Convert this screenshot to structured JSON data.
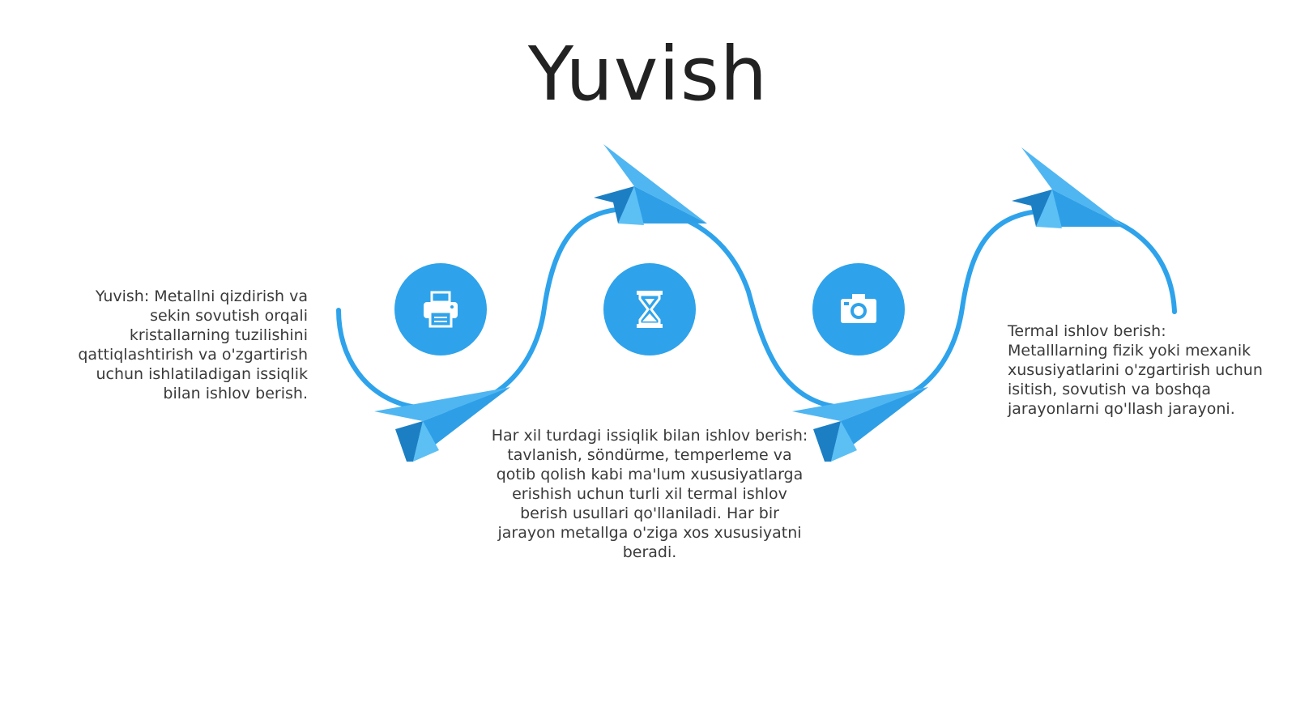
{
  "slide": {
    "title": "Yuvish",
    "accent_color": "#2ea3eb",
    "steps": [
      {
        "icon": "printer-icon",
        "text": "Yuvish: Metallni qizdirish va sekin sovutish orqali kristallarning tuzilishini qattiqlashtirish va o'zgartirish uchun ishlatiladigan issiqlik bilan ishlov berish."
      },
      {
        "icon": "hourglass-icon",
        "text": "Har xil turdagi issiqlik bilan ishlov berish: tavlanish, söndürme, temperleme va qotib qolish kabi ma'lum xususiyatlarga erishish uchun turli xil termal ishlov berish usullari qo'llaniladi. Har bir jarayon metallga o'ziga xos xususiyatni beradi."
      },
      {
        "icon": "camera-icon",
        "text": "Termal ishlov berish: Metalllarning fizik yoki mexanik xususiyatlarini o'zgartirish uchun isitish, sovutish va boshqa jarayonlarni qo'llash jarayoni."
      }
    ]
  }
}
